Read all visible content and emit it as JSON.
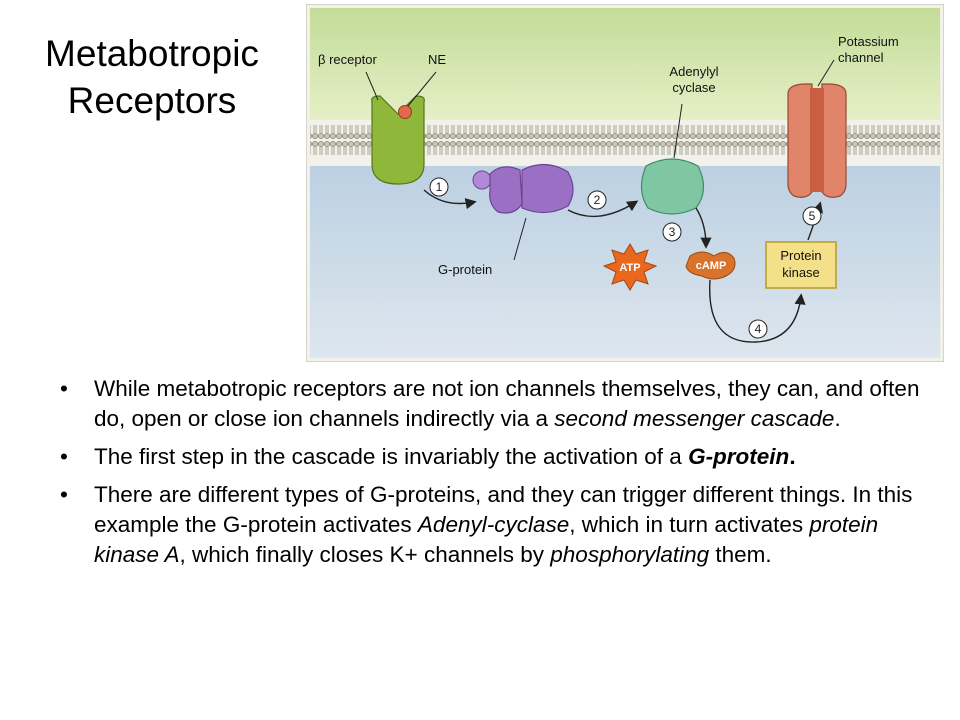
{
  "slide": {
    "title_line1": "Metabotropic",
    "title_line2": "Receptors"
  },
  "figure": {
    "labels": {
      "receptor": "β receptor",
      "ne": "NE",
      "adenylyl_line1": "Adenylyl",
      "adenylyl_line2": "cyclase",
      "potassium_line1": "Potassium",
      "potassium_line2": "channel",
      "g_protein": "G-protein",
      "atp": "ATP",
      "camp": "cAMP",
      "kinase_line1": "Protein",
      "kinase_line2": "kinase"
    },
    "steps": [
      "1",
      "2",
      "3",
      "4",
      "5"
    ]
  },
  "bullets": [
    {
      "segments": [
        {
          "text": "While metabotropic receptors are not ion channels themselves, they can, and often do, open or close ion channels indirectly via a ",
          "style": "normal"
        },
        {
          "text": "second messenger cascade",
          "style": "italic"
        },
        {
          "text": ".",
          "style": "normal"
        }
      ]
    },
    {
      "segments": [
        {
          "text": "The first step in the cascade is invariably the activation of a ",
          "style": "normal"
        },
        {
          "text": "G-protein",
          "style": "bold-italic"
        },
        {
          "text": ".",
          "style": "bold"
        }
      ]
    },
    {
      "segments": [
        {
          "text": "There are different types of G-proteins, and they can trigger different things. In this example the G-protein activates ",
          "style": "normal"
        },
        {
          "text": "Adenyl-cyclase",
          "style": "italic"
        },
        {
          "text": ", which in turn activates ",
          "style": "normal"
        },
        {
          "text": "protein kinase A",
          "style": "italic"
        },
        {
          "text": ", which finally closes K+ channels by ",
          "style": "normal"
        },
        {
          "text": "phosphorylating",
          "style": "italic"
        },
        {
          "text": " them.",
          "style": "normal"
        }
      ]
    }
  ],
  "colors": {
    "extracellular": "#d4e6b0",
    "intracellular": "#cbd9e6",
    "receptor": "#8fb83a",
    "g_protein": "#9b6fc4",
    "adenylyl_cyclase": "#7fc7a3",
    "potassium_channel": "#e0846a",
    "atp": "#e8691e",
    "camp": "#d9732c",
    "kinase_box": "#f5e08a"
  }
}
